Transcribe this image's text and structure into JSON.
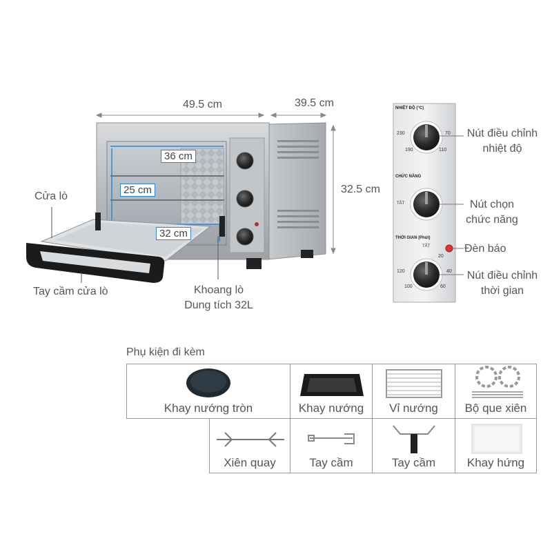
{
  "dimensions": {
    "width": "49.5 cm",
    "depth": "39.5 cm",
    "height": "32.5 cm",
    "inner_width": "36 cm",
    "inner_height": "25 cm",
    "inner_depth": "32 cm"
  },
  "callouts": {
    "door": "Cửa lò",
    "handle": "Tay cầm cửa lò",
    "cavity_line1": "Khoang lò",
    "cavity_line2": "Dung tích 32L",
    "temp_knob_line1": "Nút điều chỉnh",
    "temp_knob_line2": "nhiệt độ",
    "func_knob_line1": "Nút chọn",
    "func_knob_line2": "chức năng",
    "indicator": "Đèn báo",
    "timer_knob_line1": "Nút điều chỉnh",
    "timer_knob_line2": "thời gian"
  },
  "panel": {
    "temp_label": "NHIỆT ĐỘ (°C)",
    "func_label": "CHỨC NĂNG",
    "timer_label": "THỜI GIAN (Phút)",
    "temp_ticks": [
      "230",
      "70",
      "190",
      "110"
    ],
    "func_ticks": [
      "TẮT"
    ],
    "timer_ticks": [
      "TẮT",
      "20",
      "120",
      "40",
      "100",
      "60"
    ]
  },
  "accessories": {
    "title": "Phụ kiện đi kèm",
    "items": [
      {
        "label": "Khay nướng tròn",
        "icon": "round-tray-icon"
      },
      {
        "label": "Khay nướng",
        "icon": "baking-tray-icon"
      },
      {
        "label": "Vỉ nướng",
        "icon": "grill-rack-icon"
      },
      {
        "label": "Bộ que xiên",
        "icon": "skewer-set-icon"
      },
      {
        "label": "Xiên quay",
        "icon": "rotisserie-spit-icon"
      },
      {
        "label": "Tay cầm",
        "icon": "spit-handle-icon"
      },
      {
        "label": "Tay cầm",
        "icon": "tray-handle-icon"
      },
      {
        "label": "Khay hứng",
        "icon": "drip-tray-icon"
      }
    ]
  }
}
